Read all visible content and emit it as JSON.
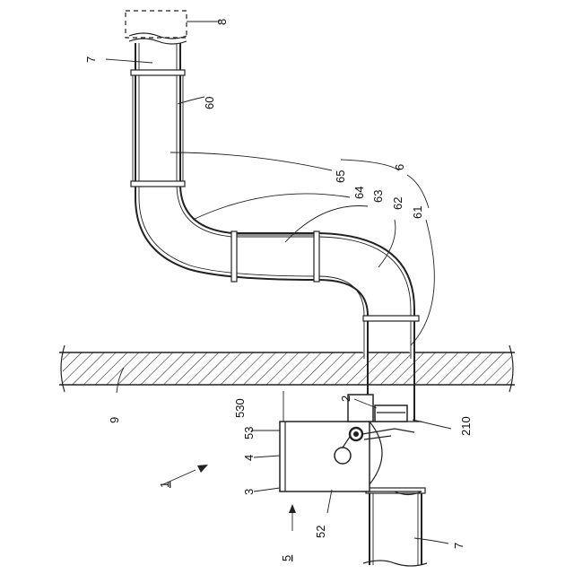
{
  "labels": {
    "l8": "8",
    "l7_top": "7",
    "l60": "60",
    "l65": "65",
    "l6": "6",
    "l64": "64",
    "l63": "63",
    "l62": "62",
    "l61": "61",
    "l9": "9",
    "l2": "2",
    "l530": "530",
    "l210": "210",
    "l53": "53",
    "l4": "4",
    "l1": "1",
    "l3": "3",
    "l52": "52",
    "l5": "5",
    "l7_bottom": "7"
  }
}
